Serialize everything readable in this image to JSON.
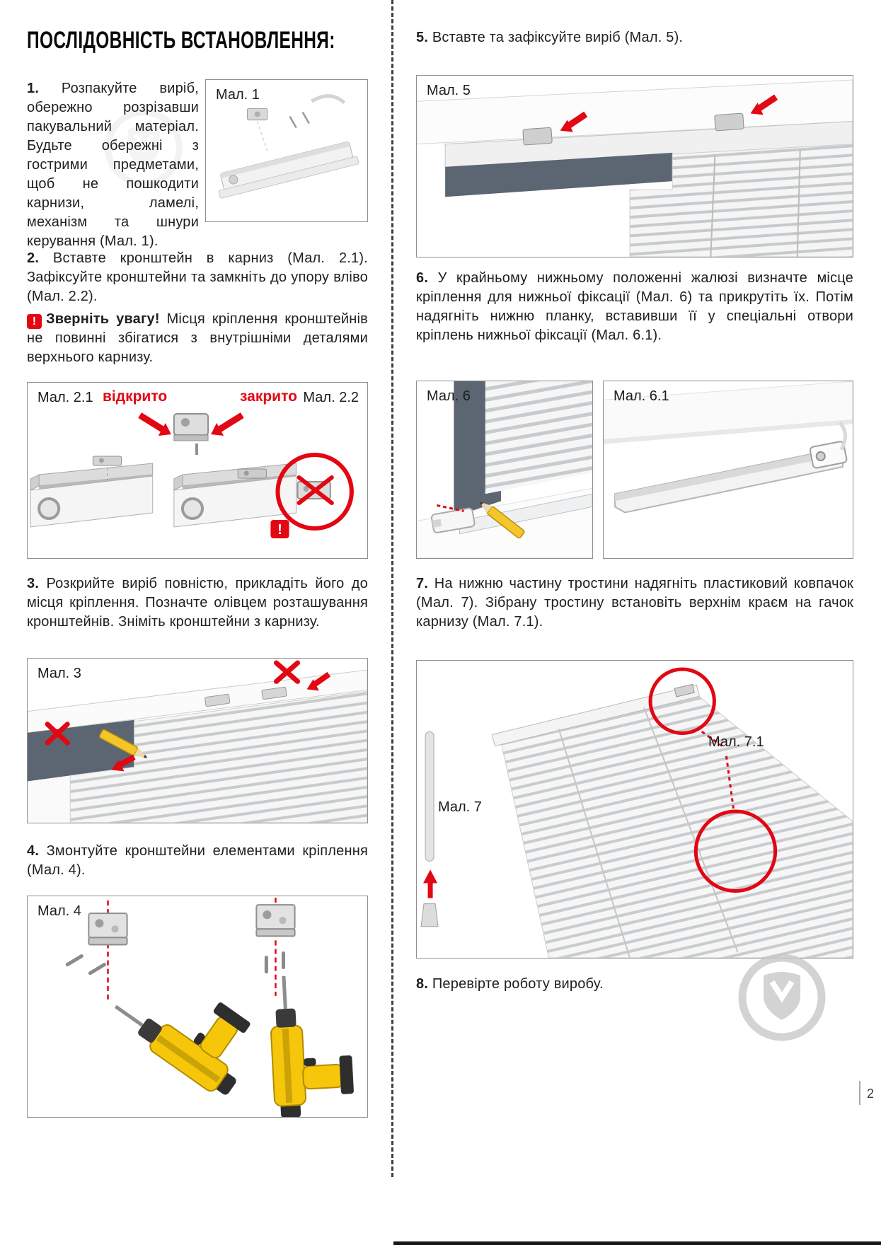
{
  "page": {
    "title": "ПОСЛІДОВНІСТЬ ВСТАНОВЛЕННЯ:",
    "page_number": "2"
  },
  "colors": {
    "accent_red": "#E30613",
    "dark_gap": "#5C6572",
    "drill_yellow": "#F6C60A"
  },
  "steps": {
    "s1": {
      "num": "1.",
      "text": "Розпакуйте виріб, обережно розрізавши пакувальний матеріал. Будьте обережні з гострими предметами, щоб не пошкодити карнизи, ламелі, механізм та шнури керування (Мал. 1)."
    },
    "s2": {
      "num": "2.",
      "text": "Вставте кронштейн в карниз (Мал. 2.1). Зафіксуйте кронштейни та замкніть до упору вліво (Мал. 2.2)."
    },
    "warning": {
      "icon": "!",
      "title": "Зверніть увагу!",
      "text": "Місця кріплення кронштейнів не повинні збігатися з внутрішніми деталями верхнього карнизу."
    },
    "s3": {
      "num": "3.",
      "text": "Розкрийте виріб повністю, прикладіть його до місця кріплення. Позначте олівцем розташування кронштейнів. Зніміть кронштейни з карнизу."
    },
    "s4": {
      "num": "4.",
      "text": "Змонтуйте кронштейни елементами кріплення (Мал. 4)."
    },
    "s5": {
      "num": "5.",
      "text": "Вставте та зафіксуйте виріб (Мал. 5)."
    },
    "s6": {
      "num": "6.",
      "text": "У крайньому нижньому положенні жалюзі визначте місце кріплення для нижньої фіксації (Мал. 6) та прикрутіть їх. Потім надягніть нижню планку, вставивши її у спеціальні отвори кріплень нижньої фіксації (Мал. 6.1)."
    },
    "s7": {
      "num": "7.",
      "text": "На нижню частину тростини надягніть пластиковий ковпачок (Мал. 7). Зібрану тростину встановіть верхнім краєм на гачок карнизу (Мал. 7.1)."
    },
    "s8": {
      "num": "8.",
      "text": "Перевірте роботу виробу."
    }
  },
  "figures": {
    "f1": {
      "label": "Мал. 1"
    },
    "f2": {
      "label_left": "Мал. 2.1",
      "open_label": "відкрито",
      "closed_label": "закрито",
      "label_right": "Мал. 2.2",
      "warn_mark": "!"
    },
    "f3": {
      "label": "Мал. 3"
    },
    "f4": {
      "label": "Мал. 4"
    },
    "f5": {
      "label": "Мал. 5"
    },
    "f6": {
      "label": "Мал. 6"
    },
    "f6_1": {
      "label": "Мал. 6.1"
    },
    "f7": {
      "label": "Мал. 7",
      "label_zoom": "Мал. 7.1"
    }
  }
}
